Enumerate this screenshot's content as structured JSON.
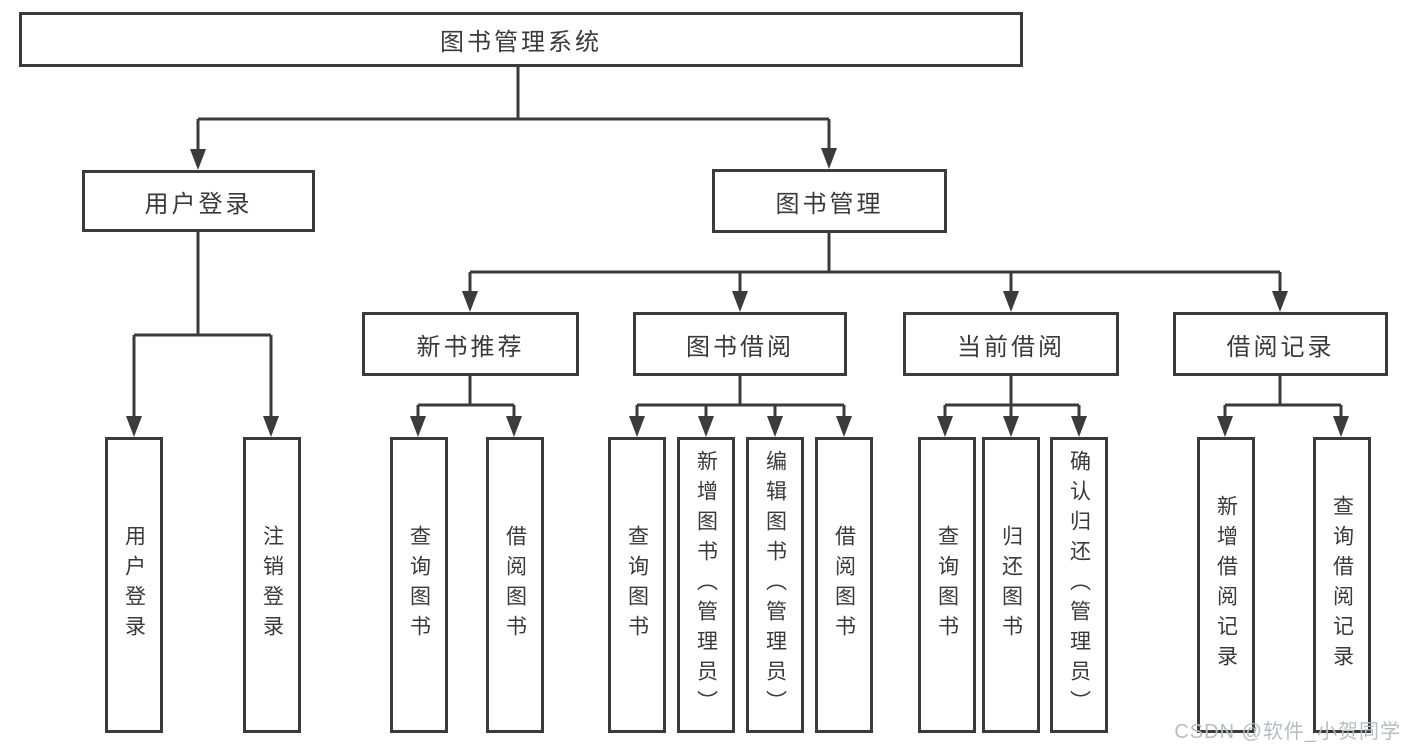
{
  "diagram": {
    "type": "hierarchy-tree",
    "title": "图书管理系统",
    "watermark": "CSDN @软件_小贺同学",
    "colors": {
      "line": "#3b3b3b",
      "text": "#3a3a3a",
      "watermark": "#b9bdc3",
      "background": "#ffffff"
    },
    "nodes": {
      "root": {
        "label": "图书管理系统"
      },
      "level2": [
        {
          "id": "user-login",
          "label": "用户登录",
          "parent": "图书管理系统"
        },
        {
          "id": "book-management",
          "label": "图书管理",
          "parent": "图书管理系统"
        }
      ],
      "level3": [
        {
          "id": "new-book-recommend",
          "label": "新书推荐",
          "parent": "图书管理"
        },
        {
          "id": "book-borrowing",
          "label": "图书借阅",
          "parent": "图书管理"
        },
        {
          "id": "current-borrowing",
          "label": "当前借阅",
          "parent": "图书管理"
        },
        {
          "id": "borrowing-records",
          "label": "借阅记录",
          "parent": "图书管理"
        }
      ],
      "leaves": [
        {
          "id": "leaf-user-login",
          "label": "用户登录",
          "parent": "用户登录"
        },
        {
          "id": "leaf-logout",
          "label": "注销登录",
          "parent": "用户登录"
        },
        {
          "id": "leaf-nbr-query-books",
          "label": "查询图书",
          "parent": "新书推荐"
        },
        {
          "id": "leaf-nbr-borrow-books",
          "label": "借阅图书",
          "parent": "新书推荐"
        },
        {
          "id": "leaf-bb-query-books",
          "label": "查询图书",
          "parent": "图书借阅"
        },
        {
          "id": "leaf-bb-add-books",
          "label": "新增图书（管理员）",
          "parent": "图书借阅"
        },
        {
          "id": "leaf-bb-edit-books",
          "label": "编辑图书（管理员）",
          "parent": "图书借阅"
        },
        {
          "id": "leaf-bb-borrow-books",
          "label": "借阅图书",
          "parent": "图书借阅"
        },
        {
          "id": "leaf-cb-query-books",
          "label": "查询图书",
          "parent": "当前借阅"
        },
        {
          "id": "leaf-cb-return-books",
          "label": "归还图书",
          "parent": "当前借阅"
        },
        {
          "id": "leaf-cb-confirm-return",
          "label": "确认归还（管理员）",
          "parent": "当前借阅"
        },
        {
          "id": "leaf-br-add-record",
          "label": "新增借阅记录",
          "parent": "借阅记录"
        },
        {
          "id": "leaf-br-query-record",
          "label": "查询借阅记录",
          "parent": "借阅记录"
        }
      ]
    }
  }
}
